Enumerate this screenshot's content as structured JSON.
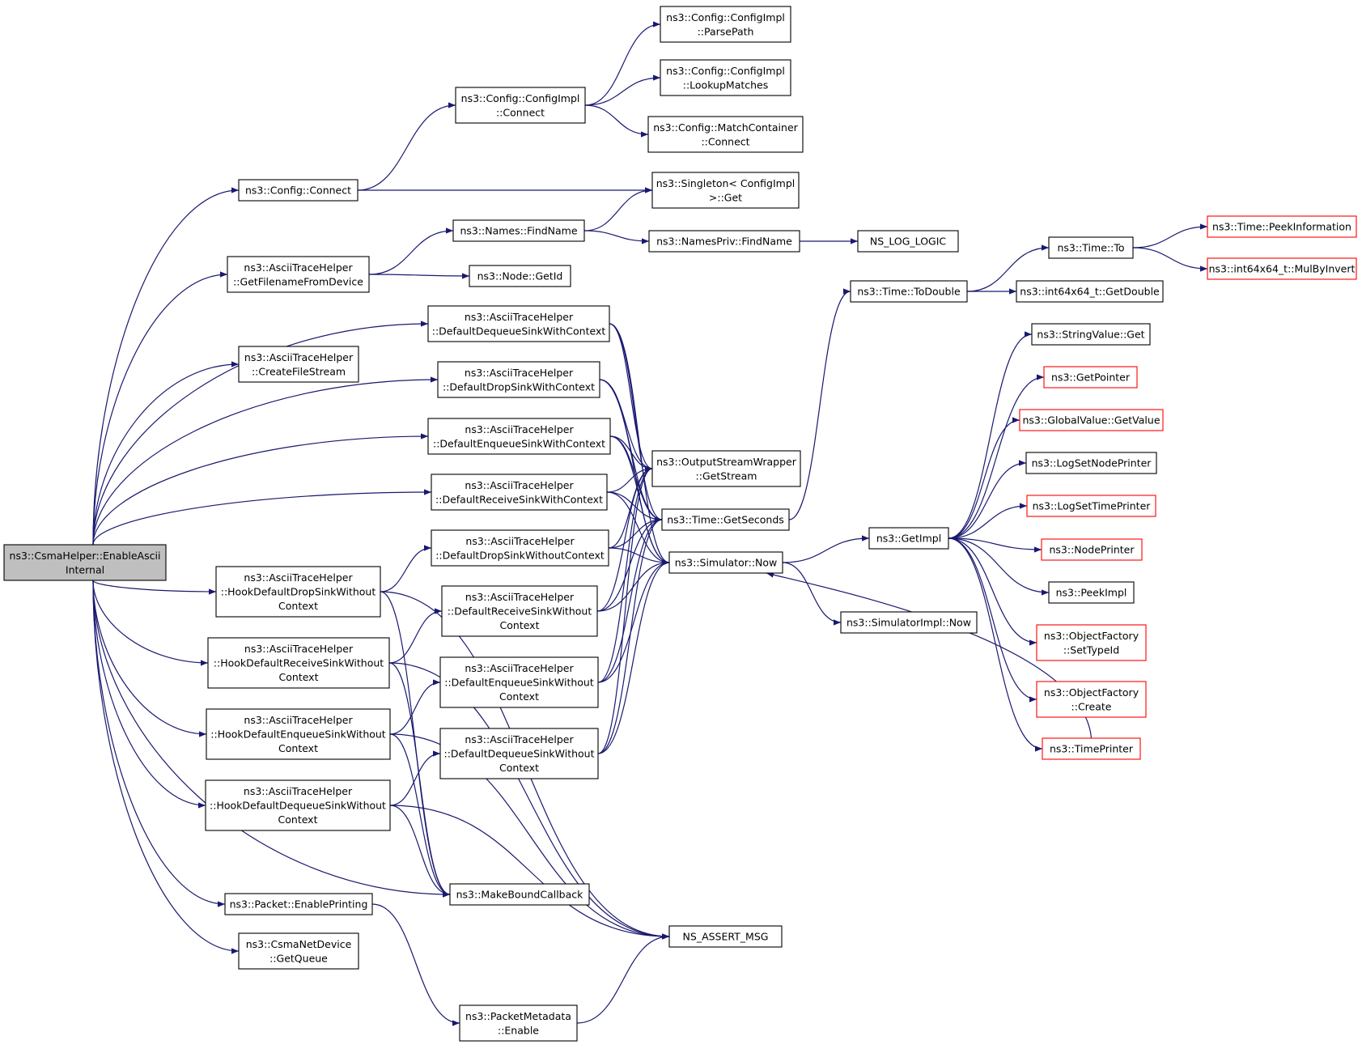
{
  "colors": {
    "edge": "#191970",
    "root_fill": "#bfbfbf",
    "node_border": "#000000",
    "truncated_border": "#ff0000"
  },
  "nodes": [
    {
      "id": "root",
      "lines": [
        "ns3::CsmaHelper::EnableAscii",
        "Internal"
      ],
      "style": "root"
    },
    {
      "id": "cfgconnect",
      "lines": [
        "ns3::Config::Connect"
      ]
    },
    {
      "id": "cfgimplconnect",
      "lines": [
        "ns3::Config::ConfigImpl",
        "::Connect"
      ]
    },
    {
      "id": "parsepath",
      "lines": [
        "ns3::Config::ConfigImpl",
        "::ParsePath"
      ]
    },
    {
      "id": "lookup",
      "lines": [
        "ns3::Config::ConfigImpl",
        "::LookupMatches"
      ]
    },
    {
      "id": "matchconn",
      "lines": [
        "ns3::Config::MatchContainer",
        "::Connect"
      ]
    },
    {
      "id": "singleton",
      "lines": [
        "ns3::Singleton< ConfigImpl",
        " >::Get"
      ]
    },
    {
      "id": "getfilename",
      "lines": [
        "ns3::AsciiTraceHelper",
        "::GetFilenameFromDevice"
      ]
    },
    {
      "id": "namesfind",
      "lines": [
        "ns3::Names::FindName"
      ]
    },
    {
      "id": "namesprivfind",
      "lines": [
        "ns3::NamesPriv::FindName"
      ]
    },
    {
      "id": "nslog",
      "lines": [
        "NS_LOG_LOGIC"
      ]
    },
    {
      "id": "nodegetid",
      "lines": [
        "ns3::Node::GetId"
      ]
    },
    {
      "id": "createfile",
      "lines": [
        "ns3::AsciiTraceHelper",
        "::CreateFileStream"
      ]
    },
    {
      "id": "ddqwc",
      "lines": [
        "ns3::AsciiTraceHelper",
        "::DefaultDequeueSinkWithContext"
      ]
    },
    {
      "id": "ddrwc",
      "lines": [
        "ns3::AsciiTraceHelper",
        "::DefaultDropSinkWithContext"
      ]
    },
    {
      "id": "denqwc",
      "lines": [
        "ns3::AsciiTraceHelper",
        "::DefaultEnqueueSinkWithContext"
      ]
    },
    {
      "id": "drcvwc",
      "lines": [
        "ns3::AsciiTraceHelper",
        "::DefaultReceiveSinkWithContext"
      ]
    },
    {
      "id": "ddropwo",
      "lines": [
        "ns3::AsciiTraceHelper",
        "::DefaultDropSinkWithoutContext"
      ]
    },
    {
      "id": "drcvwo",
      "lines": [
        "ns3::AsciiTraceHelper",
        "::DefaultReceiveSinkWithout",
        "Context"
      ]
    },
    {
      "id": "denqwo",
      "lines": [
        "ns3::AsciiTraceHelper",
        "::DefaultEnqueueSinkWithout",
        "Context"
      ]
    },
    {
      "id": "ddeqwo",
      "lines": [
        "ns3::AsciiTraceHelper",
        "::DefaultDequeueSinkWithout",
        "Context"
      ]
    },
    {
      "id": "hdrop",
      "lines": [
        "ns3::AsciiTraceHelper",
        "::HookDefaultDropSinkWithout",
        "Context"
      ]
    },
    {
      "id": "hrcv",
      "lines": [
        "ns3::AsciiTraceHelper",
        "::HookDefaultReceiveSinkWithout",
        "Context"
      ]
    },
    {
      "id": "henq",
      "lines": [
        "ns3::AsciiTraceHelper",
        "::HookDefaultEnqueueSinkWithout",
        "Context"
      ]
    },
    {
      "id": "hdeq",
      "lines": [
        "ns3::AsciiTraceHelper",
        "::HookDefaultDequeueSinkWithout",
        "Context"
      ]
    },
    {
      "id": "pktprint",
      "lines": [
        "ns3::Packet::EnablePrinting"
      ]
    },
    {
      "id": "getqueue",
      "lines": [
        "ns3::CsmaNetDevice",
        "::GetQueue"
      ]
    },
    {
      "id": "pktmeta",
      "lines": [
        "ns3::PacketMetadata",
        "::Enable"
      ]
    },
    {
      "id": "makebound",
      "lines": [
        "ns3::MakeBoundCallback"
      ]
    },
    {
      "id": "assert",
      "lines": [
        "NS_ASSERT_MSG"
      ]
    },
    {
      "id": "getstream",
      "lines": [
        "ns3::OutputStreamWrapper",
        "::GetStream"
      ]
    },
    {
      "id": "getseconds",
      "lines": [
        "ns3::Time::GetSeconds"
      ]
    },
    {
      "id": "simnow",
      "lines": [
        "ns3::Simulator::Now"
      ]
    },
    {
      "id": "simimplnow",
      "lines": [
        "ns3::SimulatorImpl::Now"
      ]
    },
    {
      "id": "getimpl",
      "lines": [
        "ns3::GetImpl"
      ]
    },
    {
      "id": "todouble",
      "lines": [
        "ns3::Time::ToDouble"
      ]
    },
    {
      "id": "timeto",
      "lines": [
        "ns3::Time::To"
      ]
    },
    {
      "id": "getdouble",
      "lines": [
        "ns3::int64x64_t::GetDouble"
      ]
    },
    {
      "id": "peekinfo",
      "lines": [
        "ns3::Time::PeekInformation"
      ],
      "style": "red"
    },
    {
      "id": "mulby",
      "lines": [
        "ns3::int64x64_t::MulByInvert"
      ],
      "style": "red"
    },
    {
      "id": "strget",
      "lines": [
        "ns3::StringValue::Get"
      ]
    },
    {
      "id": "getpointer",
      "lines": [
        "ns3::GetPointer"
      ],
      "style": "red"
    },
    {
      "id": "globalget",
      "lines": [
        "ns3::GlobalValue::GetValue"
      ],
      "style": "red"
    },
    {
      "id": "lognode",
      "lines": [
        "ns3::LogSetNodePrinter"
      ]
    },
    {
      "id": "logtime",
      "lines": [
        "ns3::LogSetTimePrinter"
      ],
      "style": "red"
    },
    {
      "id": "nodeprinter",
      "lines": [
        "ns3::NodePrinter"
      ],
      "style": "red"
    },
    {
      "id": "peekimpl",
      "lines": [
        "ns3::PeekImpl"
      ]
    },
    {
      "id": "ofsettype",
      "lines": [
        "ns3::ObjectFactory",
        "::SetTypeId"
      ],
      "style": "red"
    },
    {
      "id": "ofcreate",
      "lines": [
        "ns3::ObjectFactory",
        "::Create"
      ],
      "style": "red"
    },
    {
      "id": "timeprinter",
      "lines": [
        "ns3::TimePrinter"
      ],
      "style": "red"
    }
  ]
}
